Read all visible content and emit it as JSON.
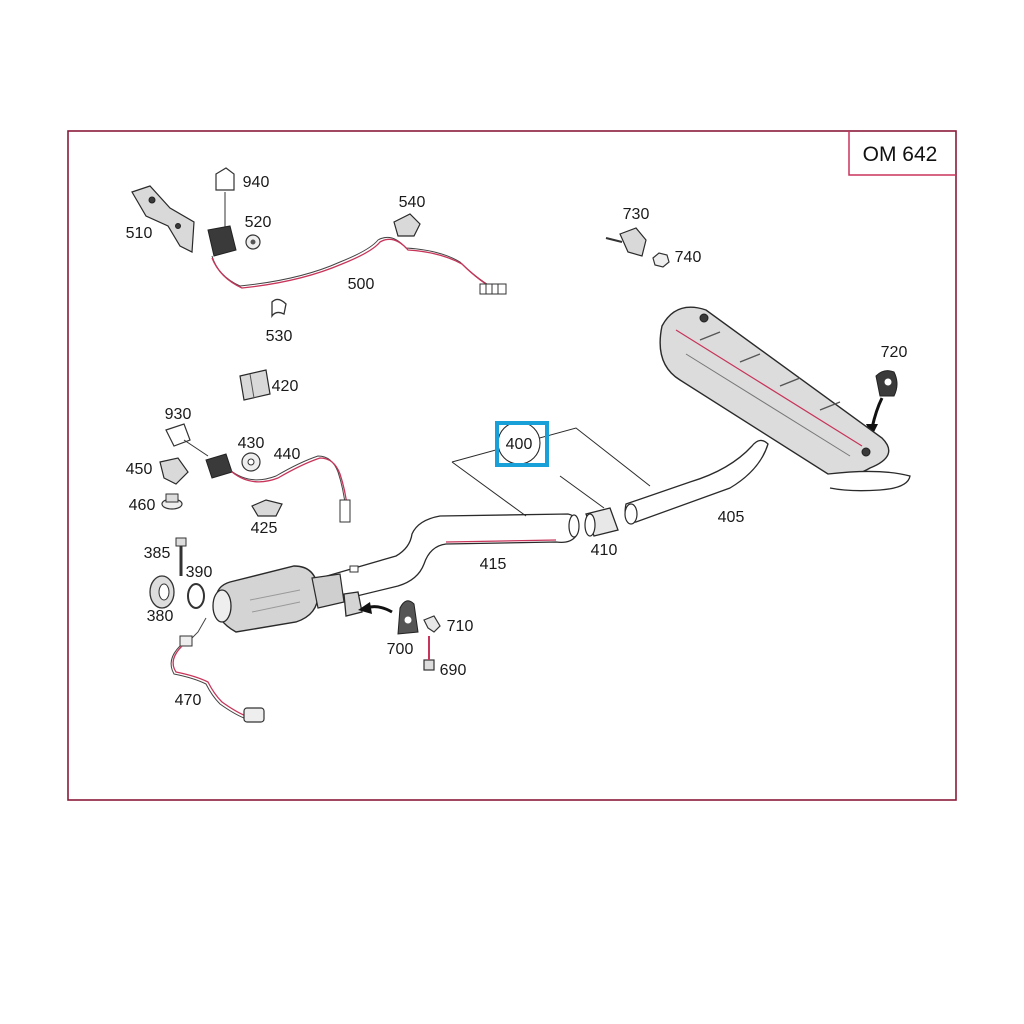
{
  "diagram": {
    "title": "OM 642",
    "selected_part": "400",
    "colors": {
      "frame": "#c8345a",
      "highlight": "#1aa0d8",
      "line": "#2a2a2a"
    },
    "parts": {
      "p510": "510",
      "p940": "940",
      "p520": "520",
      "p540": "540",
      "p500": "500",
      "p530": "530",
      "p730": "730",
      "p740": "740",
      "p720": "720",
      "p420": "420",
      "p930": "930",
      "p430": "430",
      "p440": "440",
      "p450": "450",
      "p460": "460",
      "p425": "425",
      "p400": "400",
      "p405": "405",
      "p410": "410",
      "p415": "415",
      "p385": "385",
      "p390": "390",
      "p380": "380",
      "p700": "700",
      "p710": "710",
      "p690": "690",
      "p470": "470"
    }
  }
}
